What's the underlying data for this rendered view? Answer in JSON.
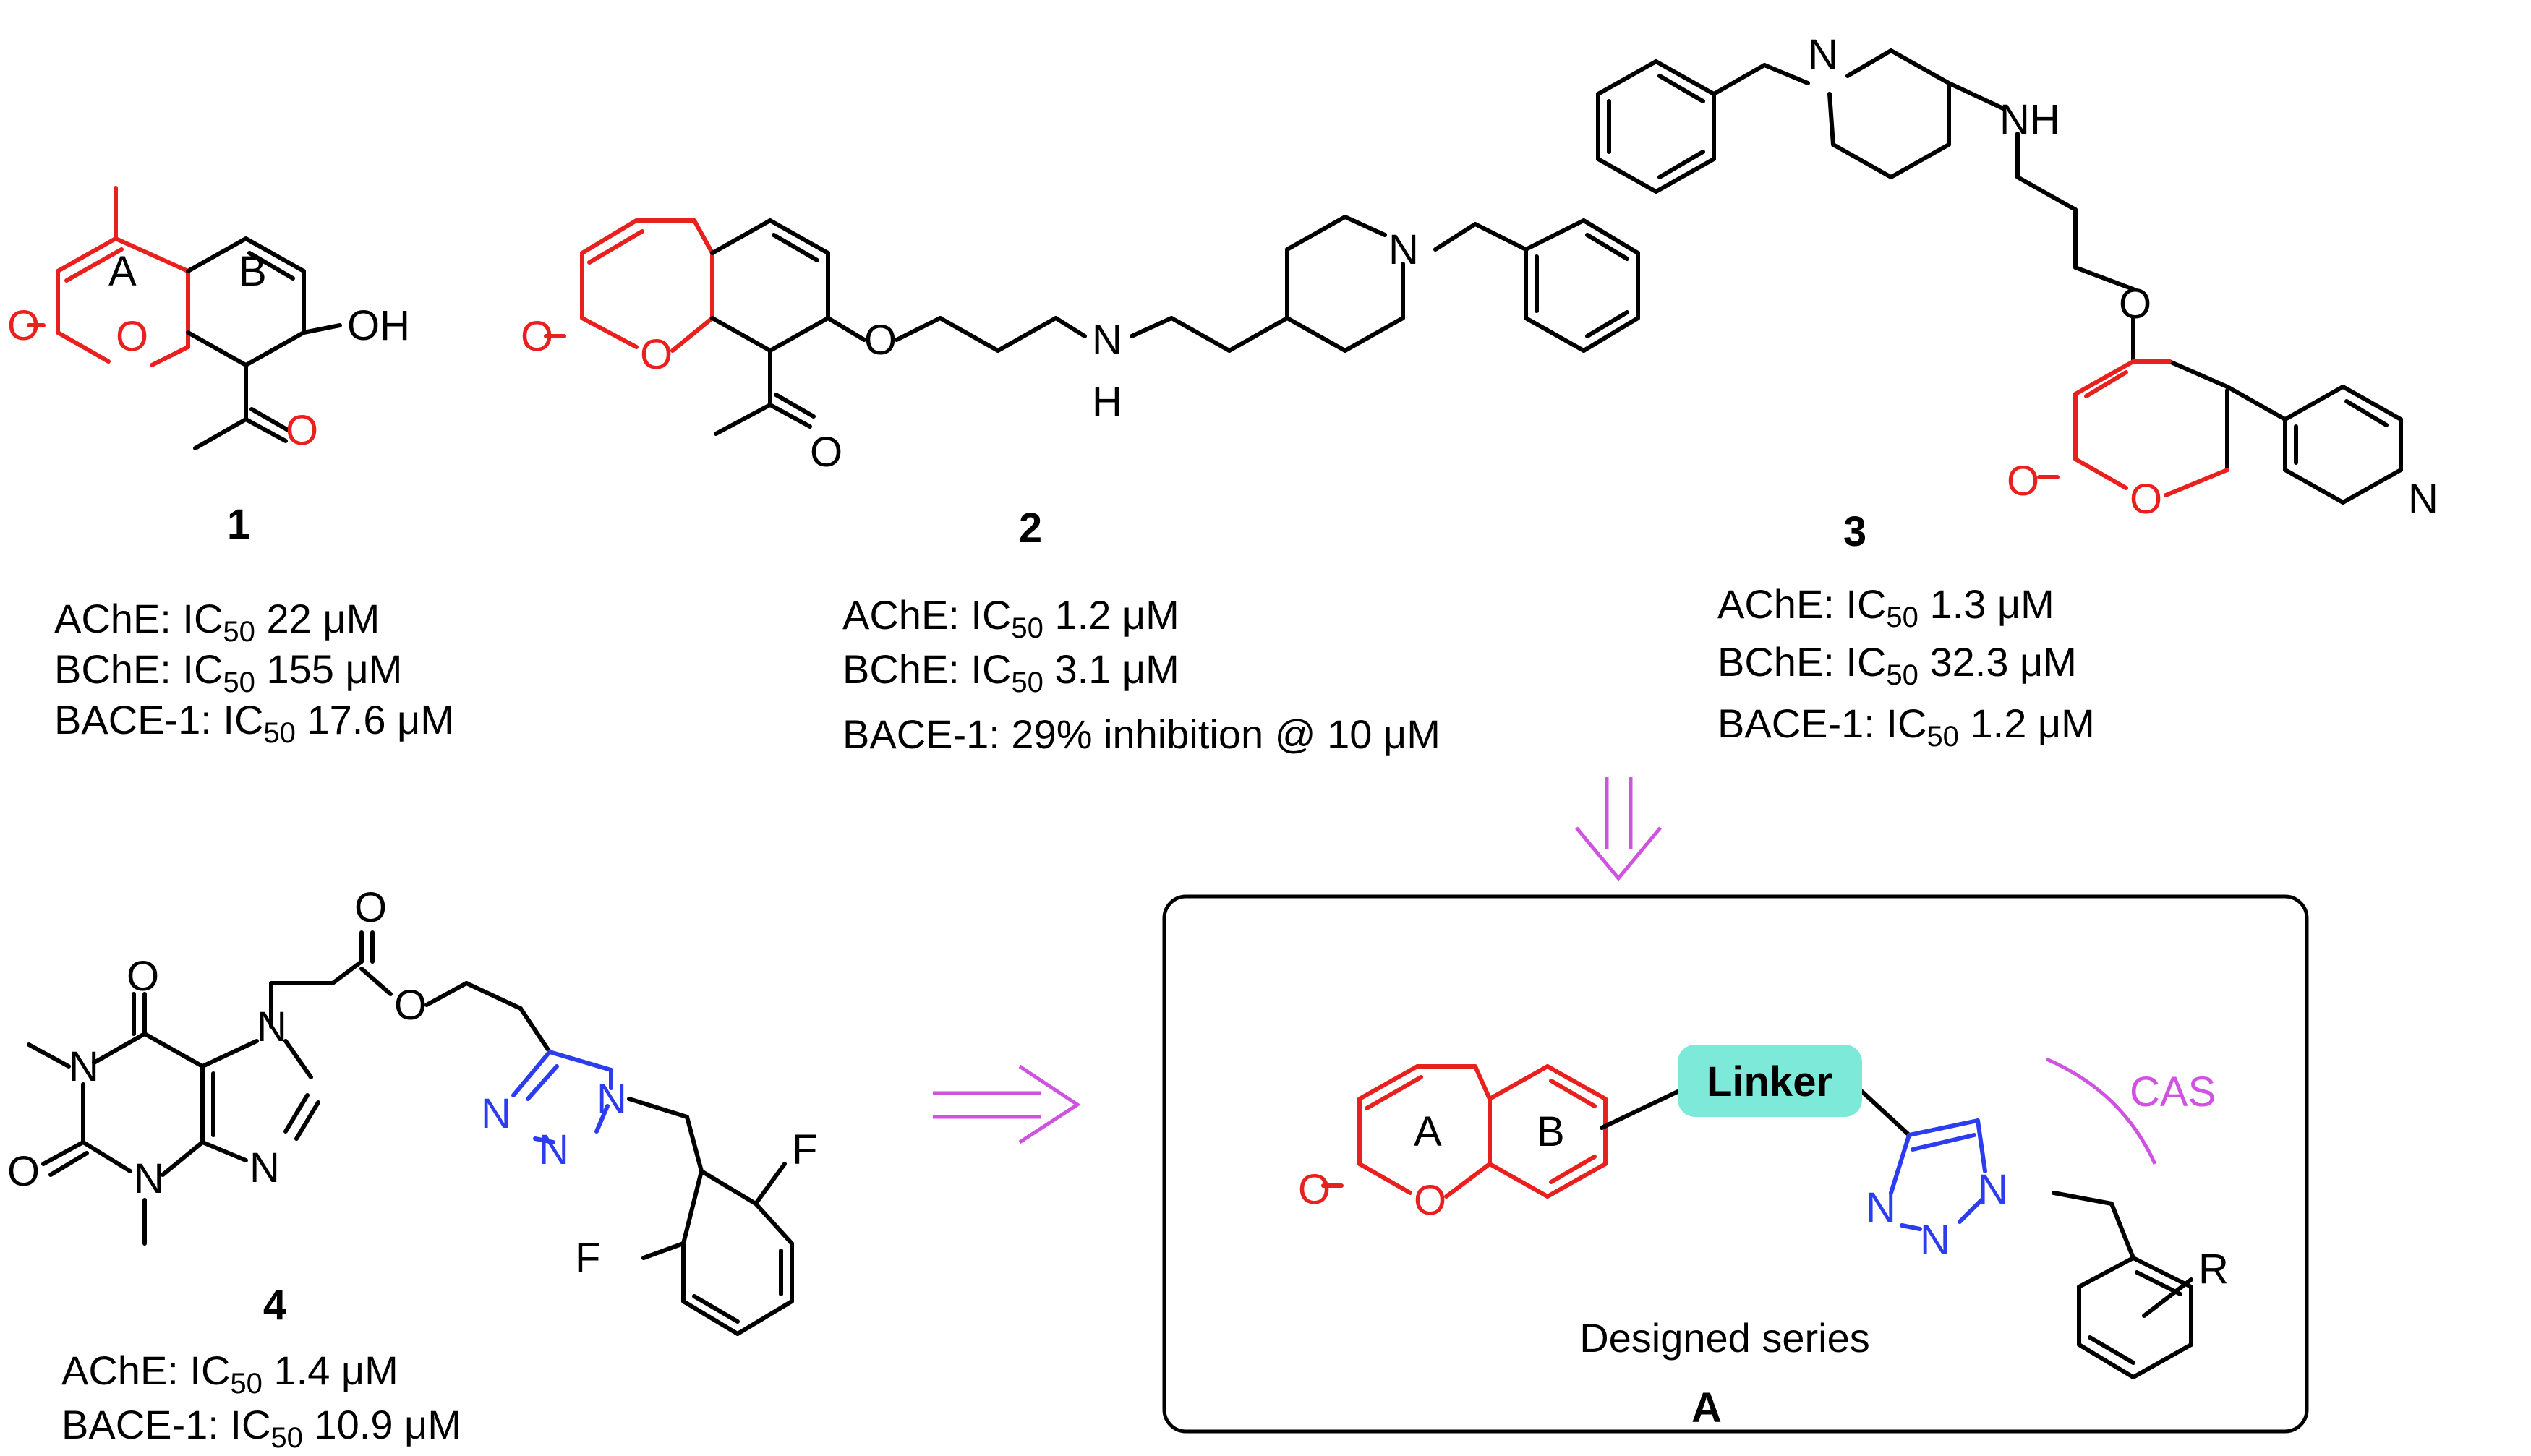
{
  "colors": {
    "coumarin": "#e8201e",
    "triazole": "#2c3df0",
    "arrow": "#cf52e0",
    "linker_fill": "#7de9d9",
    "ink": "#000000"
  },
  "compounds": [
    {
      "id": "1",
      "rows": [
        {
          "target": "AChE:",
          "label": "IC",
          "sub": "50",
          "value": "22 μM"
        },
        {
          "target": "BChE:",
          "label": "IC",
          "sub": "50",
          "value": "155 μM"
        },
        {
          "target": "BACE-1:",
          "label": "IC",
          "sub": "50",
          "value": "17.6 μM"
        }
      ]
    },
    {
      "id": "2",
      "rows": [
        {
          "target": "AChE:",
          "label": "IC",
          "sub": "50",
          "value": "1.2 μM"
        },
        {
          "target": "BChE:",
          "label": "IC",
          "sub": "50",
          "value": "3.1 μM"
        },
        {
          "target": "BACE-1:",
          "text": "29% inhibition @ 10 μM"
        }
      ]
    },
    {
      "id": "3",
      "rows": [
        {
          "target": "AChE:",
          "label": "IC",
          "sub": "50",
          "value": "1.3 μM"
        },
        {
          "target": "BChE:",
          "label": "IC",
          "sub": "50",
          "value": "32.3 μM"
        },
        {
          "target": "BACE-1:",
          "label": "IC",
          "sub": "50",
          "value": "1.2 μM"
        }
      ]
    },
    {
      "id": "4",
      "rows": [
        {
          "target": "AChE:",
          "label": "IC",
          "sub": "50",
          "value": "1.4 μM"
        },
        {
          "target": "BACE-1:",
          "label": "IC",
          "sub": "50",
          "value": "10.9 μM"
        }
      ]
    }
  ],
  "atoms": {
    "O": "O",
    "OH": "OH",
    "N": "N",
    "NH": "NH",
    "H": "H",
    "F": "F",
    "R": "R"
  },
  "ring_labels": {
    "a": "A",
    "b": "B"
  },
  "design": {
    "linker": "Linker",
    "cas": "CAS",
    "caption": "Designed series",
    "id": "A"
  }
}
